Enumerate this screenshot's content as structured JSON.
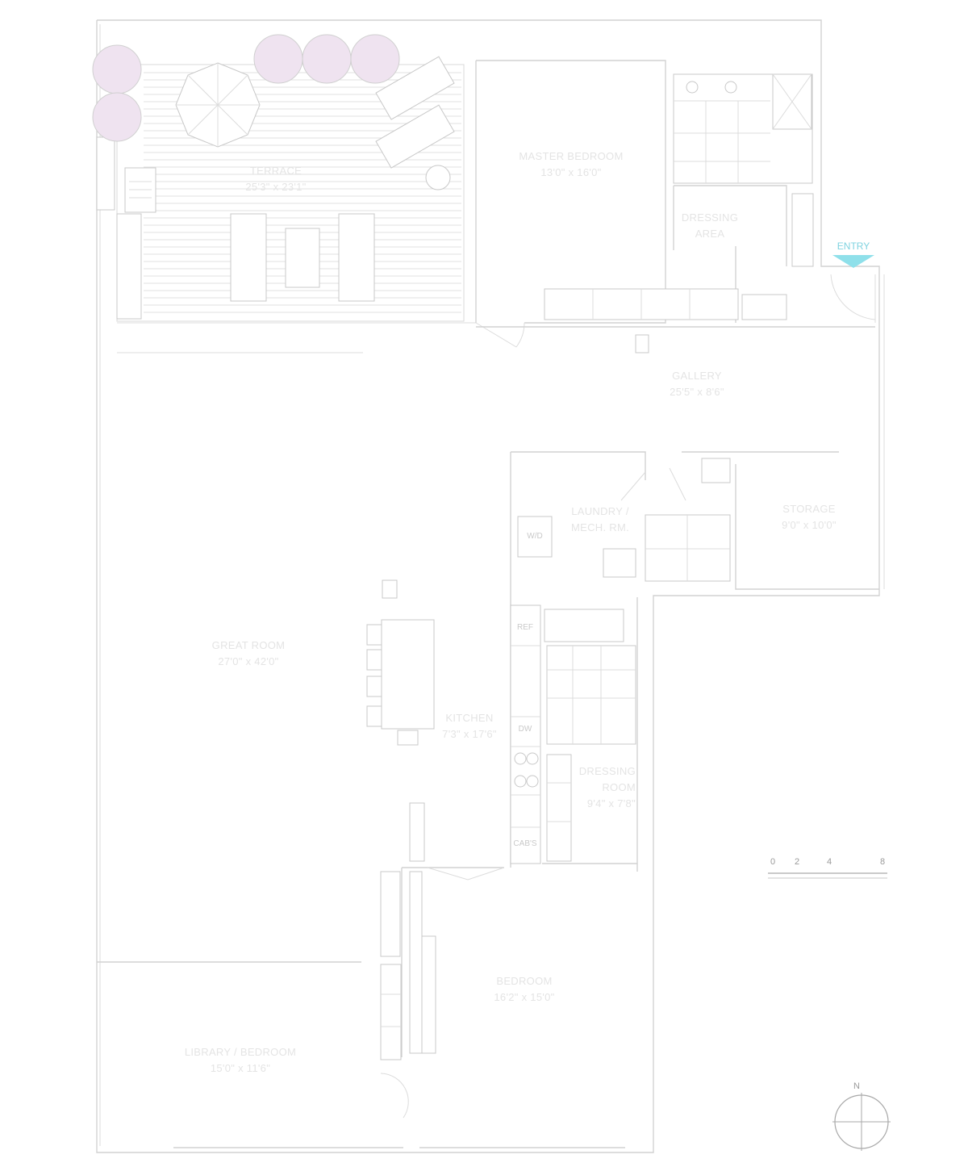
{
  "rooms": {
    "terrace": {
      "name": "TERRACE",
      "size": "25'3\" x 23'1\""
    },
    "master_bedroom": {
      "name": "MASTER BEDROOM",
      "size": "13'0\" x 16'0\""
    },
    "dressing_area": {
      "name_line1": "DRESSING",
      "name_line2": "AREA"
    },
    "gallery": {
      "name": "GALLERY",
      "size": "25'5\" x 8'6\""
    },
    "laundry": {
      "name_line1": "LAUNDRY /",
      "name_line2": "MECH. RM."
    },
    "storage": {
      "name": "STORAGE",
      "size": "9'0\" x 10'0\""
    },
    "great_room": {
      "name": "GREAT ROOM",
      "size": "27'0\" x 42'0\""
    },
    "kitchen": {
      "name": "KITCHEN",
      "size": "7'3\" x 17'6\""
    },
    "dressing_room": {
      "name_line1": "DRESSING",
      "name_line2": "ROOM",
      "size": "9'4\" x 7'8\""
    },
    "bedroom": {
      "name": "BEDROOM",
      "size": "16'2\" x 15'0\""
    },
    "library": {
      "name": "LIBRARY / BEDROOM",
      "size": "15'0\" x 11'6\""
    }
  },
  "fixtures": {
    "washer_dryer": "W/D",
    "refrigerator": "REF",
    "dishwasher": "DW",
    "cabinet": "CAB'S"
  },
  "entry_label": "ENTRY",
  "scale_bar": {
    "labels": [
      "0",
      "2",
      "4",
      "8"
    ]
  },
  "compass": {
    "north_label": "N"
  },
  "colors": {
    "walls": "#d2d2d2",
    "labels": "#e4e4e4",
    "entry": "#7fd3e0",
    "shrubs": "#e9dbea"
  }
}
